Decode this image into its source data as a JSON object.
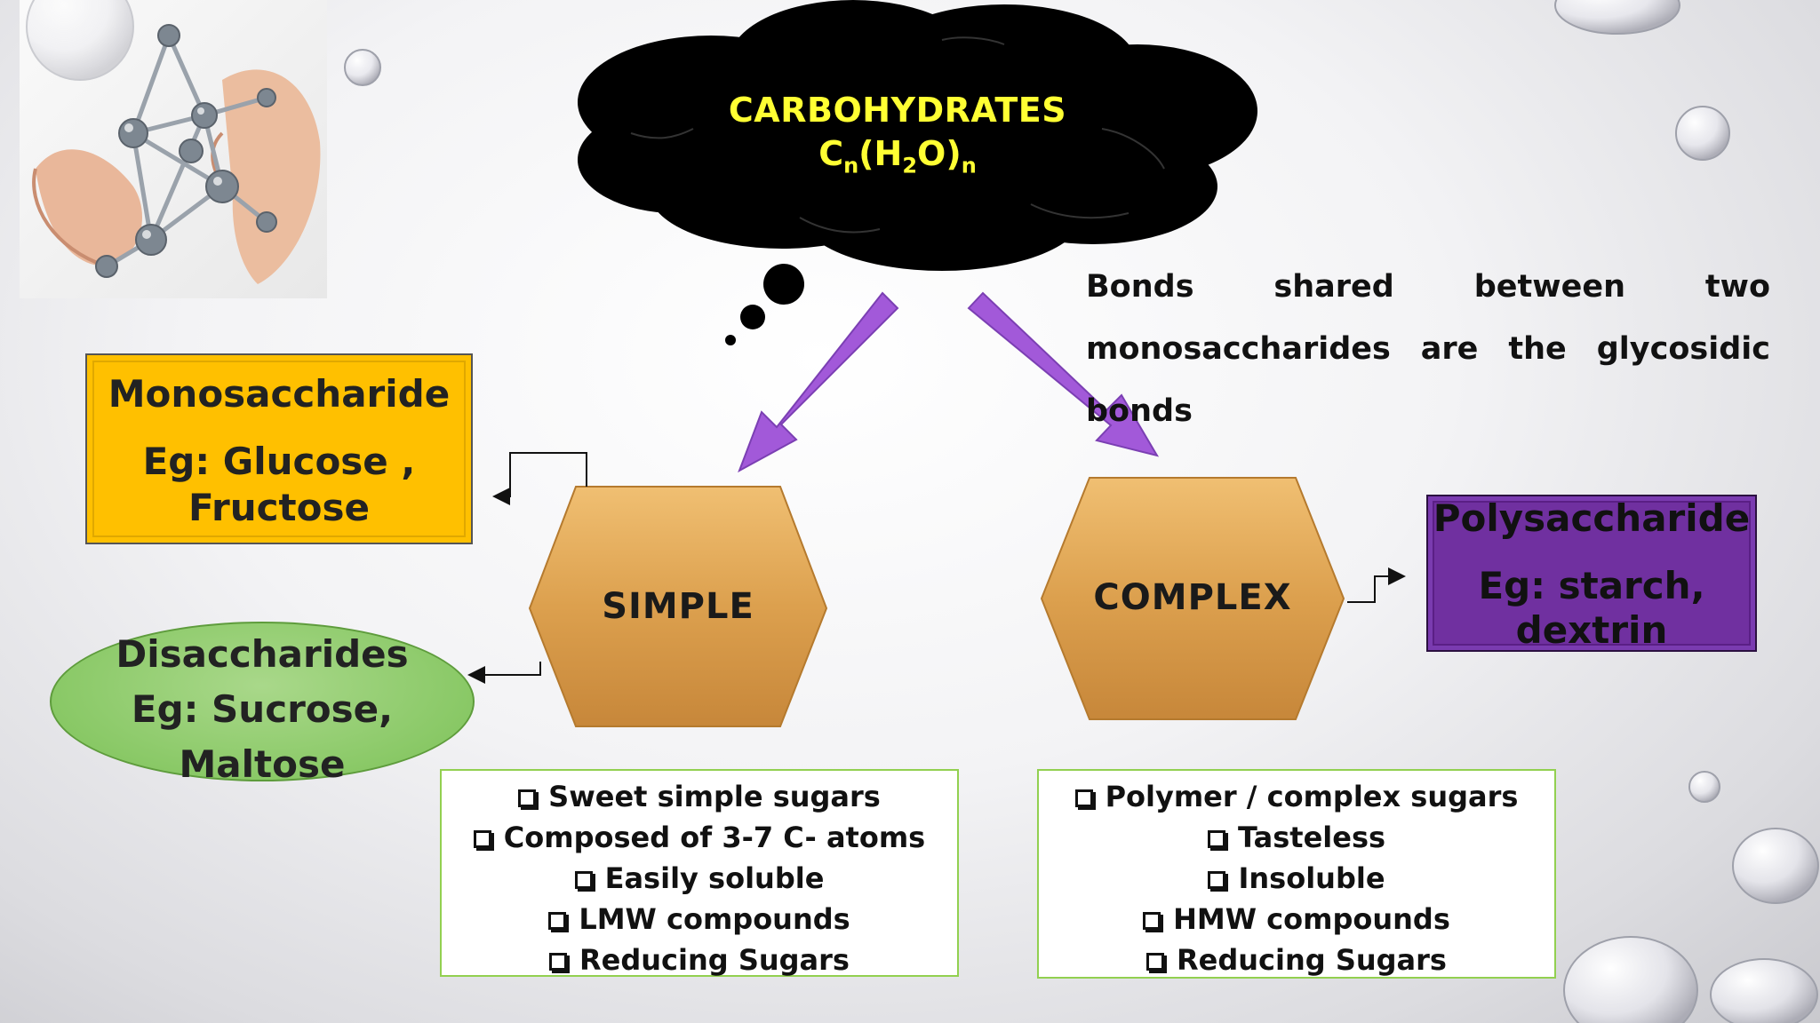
{
  "cloud": {
    "title": "CARBOHYDRATES",
    "formula_base": "C",
    "formula_sub_n": "n",
    "formula_mid_1": "(H",
    "formula_sub_2": "2",
    "formula_mid_2": "O)",
    "formula_sub_n2": "n"
  },
  "note": {
    "line1_words": [
      "Bonds",
      "shared",
      "between",
      "two"
    ],
    "line2": "monosaccharides are the glycosidic bonds"
  },
  "simple": {
    "label": "SIMPLE",
    "items": [
      "Sweet simple sugars",
      "Composed of 3-7 C- atoms",
      "Easily soluble",
      "LMW compounds",
      "Reducing Sugars"
    ]
  },
  "complex": {
    "label": "COMPLEX",
    "items": [
      "Polymer / complex sugars",
      "Tasteless",
      "Insoluble",
      "HMW compounds",
      "Reducing Sugars"
    ]
  },
  "monosaccharide": {
    "title": "Monosaccharide",
    "example_1": "Eg: Glucose ,",
    "example_2": "Fructose"
  },
  "disaccharides": {
    "title": "Disaccharides",
    "example_1": "Eg: Sucrose,",
    "example_2": "Maltose"
  },
  "polysaccharide": {
    "title": "Polysaccharide",
    "example_1": "Eg: starch,",
    "example_2": "dextrin"
  },
  "colors": {
    "cloud": "#000000",
    "cloud_text": "#ffff33",
    "arrow": "#a259d9",
    "hexagon": "#d99a45",
    "mono": "#ffc000",
    "di": "#7cc257",
    "poly": "#7030a0",
    "list_border": "#92d050"
  },
  "icons": [
    "molecule-photo",
    "water-droplet-icon",
    "checkbox-icon"
  ]
}
